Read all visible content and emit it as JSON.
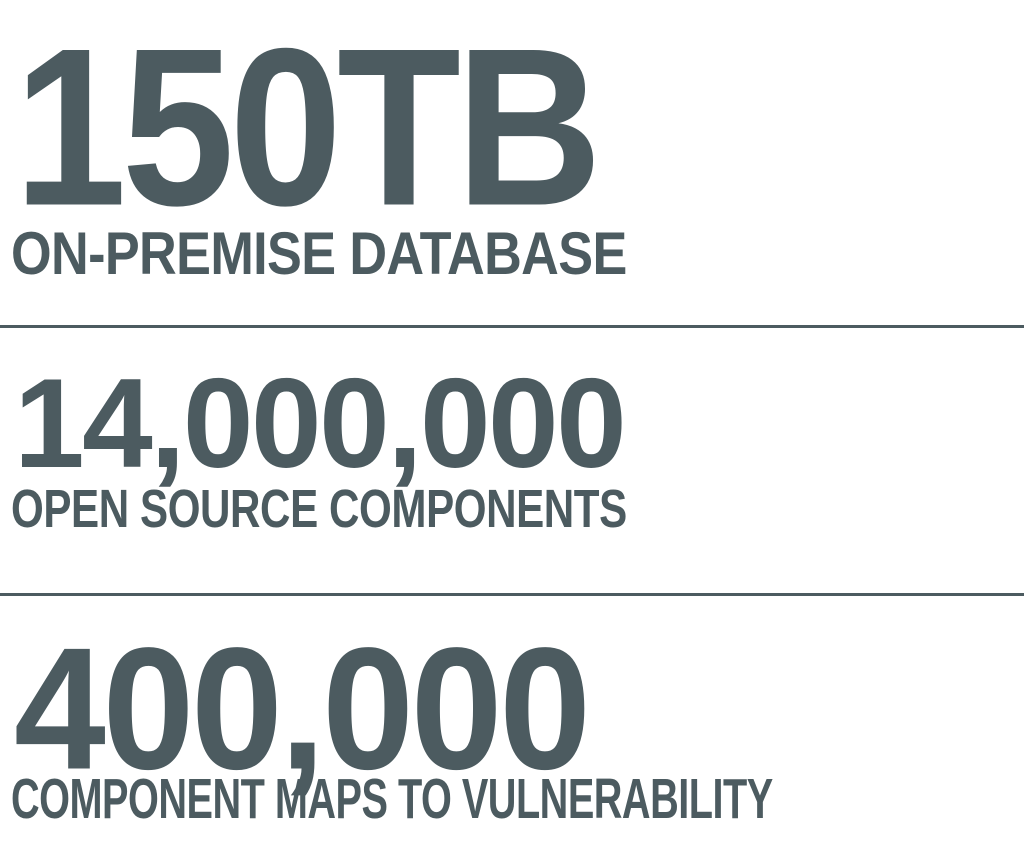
{
  "theme": {
    "text_color": "#4C5B60",
    "background_color": "#FFFFFF",
    "divider_color": "#4C5B60"
  },
  "stats": [
    {
      "value": "150TB",
      "label": "ON-PREMISE DATABASE"
    },
    {
      "value": "14,000,000",
      "label": "OPEN SOURCE COMPONENTS"
    },
    {
      "value": "400,000",
      "label": "COMPONENT MAPS TO VULNERABILITY"
    }
  ]
}
